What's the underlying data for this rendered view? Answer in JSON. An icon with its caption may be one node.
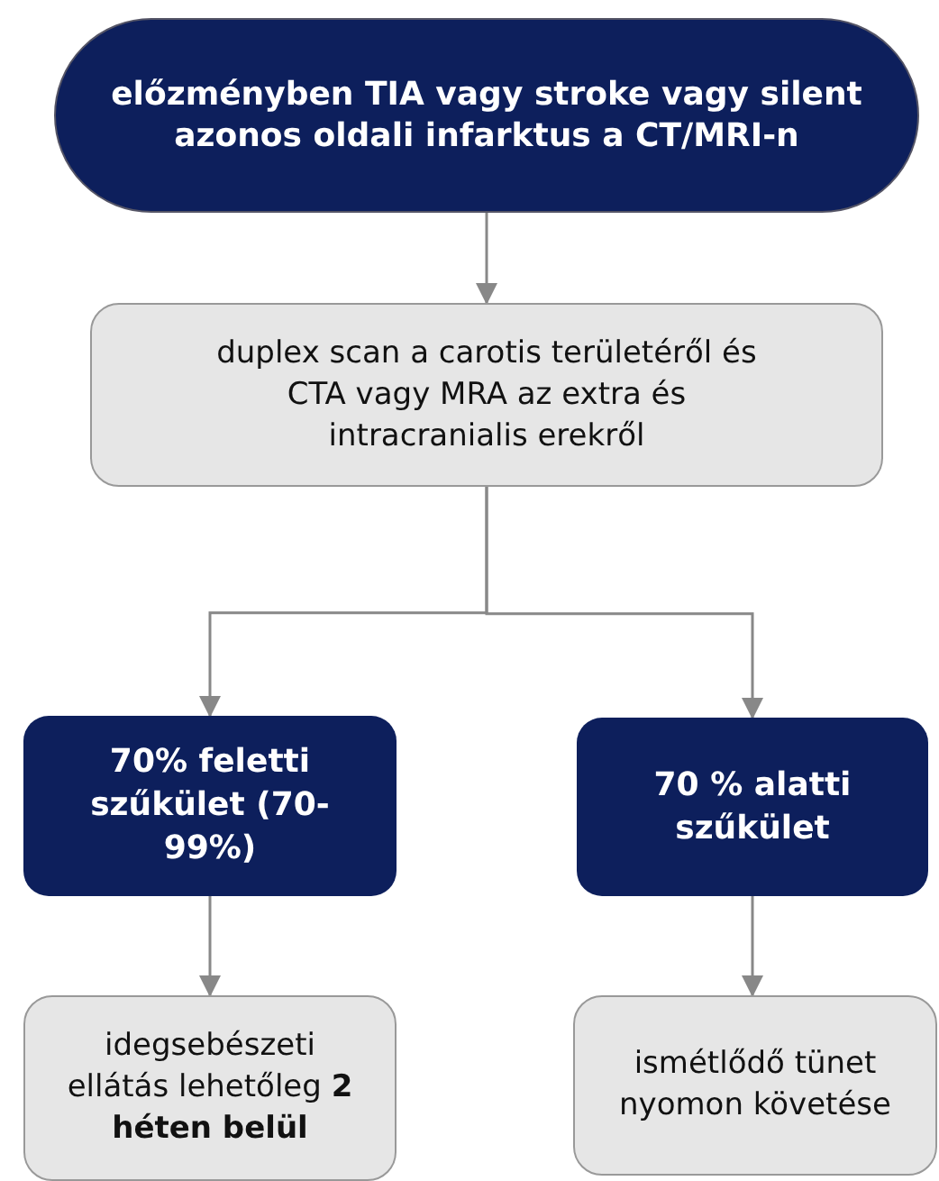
{
  "diagram": {
    "nodes": [
      {
        "text": [
          "előzményben TIA vagy stroke vagy silent azonos oldali infarktus a CT/MRI-n"
        ]
      },
      {
        "text": [
          "duplex scan a carotis területéről és CTA vagy MRA az extra és intracranialis erekről"
        ]
      },
      {
        "text": [
          "70% feletti szűkület (70-99%)"
        ]
      },
      {
        "text": [
          "70 % alatti szűkület"
        ]
      },
      {
        "text": [
          "idegsebészeti ellátás lehetőleg **2 héten belül**"
        ]
      },
      {
        "text": [
          "ismétlődő tünet nyomon követése"
        ]
      }
    ],
    "edges": [
      {
        "from": 0,
        "to": 1,
        "arrow": "to"
      },
      {
        "from": 1,
        "to": 2,
        "arrow": "to"
      },
      {
        "from": 1,
        "to": 3,
        "arrow": "to"
      },
      {
        "from": 2,
        "to": 4,
        "arrow": "to"
      },
      {
        "from": 3,
        "to": 5,
        "arrow": "to"
      }
    ]
  }
}
